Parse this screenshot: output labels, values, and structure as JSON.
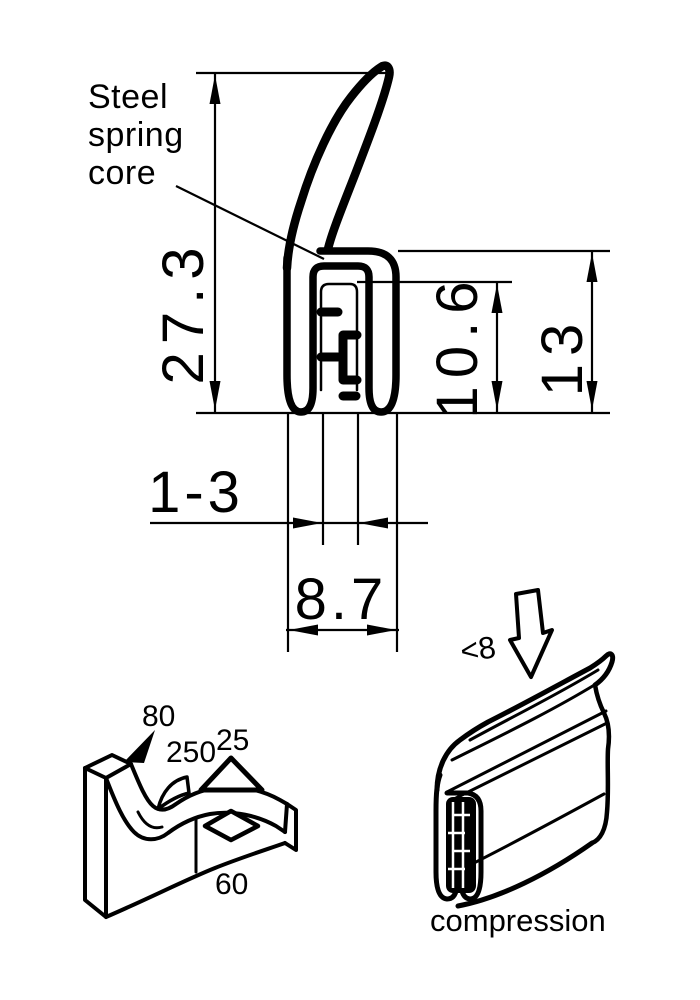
{
  "meta": {
    "background": "#ffffff",
    "line_color": "#000000",
    "drawing_type": "rubber edge trim seal cross-section"
  },
  "callout": {
    "line1": "Steel",
    "line2": "spring",
    "line3": "core"
  },
  "dimensions": {
    "overall_height": "27.3",
    "inner_height": "10.6",
    "body_height": "13",
    "clamp_range": "1-3",
    "body_width": "8.7"
  },
  "bend_figure": {
    "radius_top": "80",
    "radius_mid": "250",
    "radius_up": "25",
    "radius_bottom": "60"
  },
  "compression_figure": {
    "value": "<8",
    "label": "compression"
  }
}
